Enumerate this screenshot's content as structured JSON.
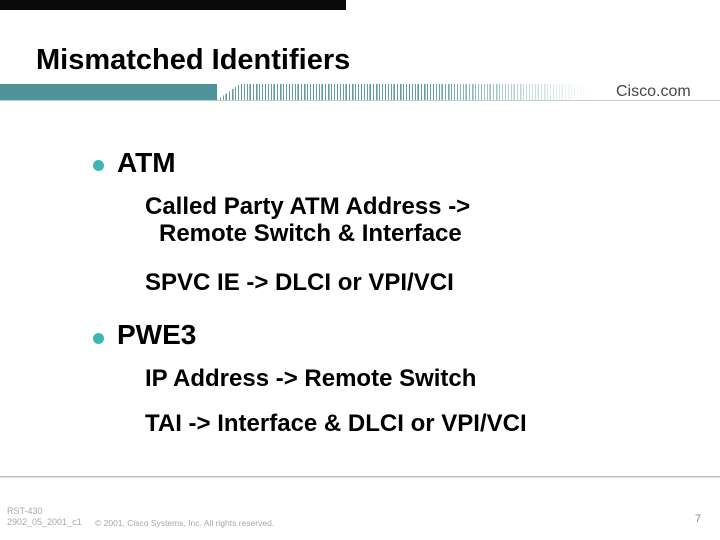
{
  "slide": {
    "title": "Mismatched Identifiers",
    "brand": "Cisco.com",
    "colors": {
      "header_bar_teal": "#4e9397",
      "bullet_teal": "#3db5b5",
      "body_text": "#000000",
      "footer_gray": "#a8a8a8",
      "brand_gray": "#474747"
    },
    "bullets": [
      {
        "label": "ATM",
        "subitems": [
          {
            "lines": [
              "Called Party ATM Address ->",
              "Remote Switch & Interface"
            ]
          },
          {
            "lines": [
              "SPVC IE -> DLCI or VPI/VCI"
            ]
          }
        ]
      },
      {
        "label": "PWE3",
        "subitems": [
          {
            "lines": [
              "IP Address -> Remote Switch"
            ]
          },
          {
            "lines": [
              "TAI -> Interface & DLCI or VPI/VCI"
            ]
          }
        ]
      }
    ],
    "footer": {
      "doc_id_line1": "RST-430",
      "doc_id_line2": "2902_05_2001_c1",
      "copyright": "© 2001, Cisco Systems, Inc. All rights reserved.",
      "page_number": "7"
    }
  }
}
